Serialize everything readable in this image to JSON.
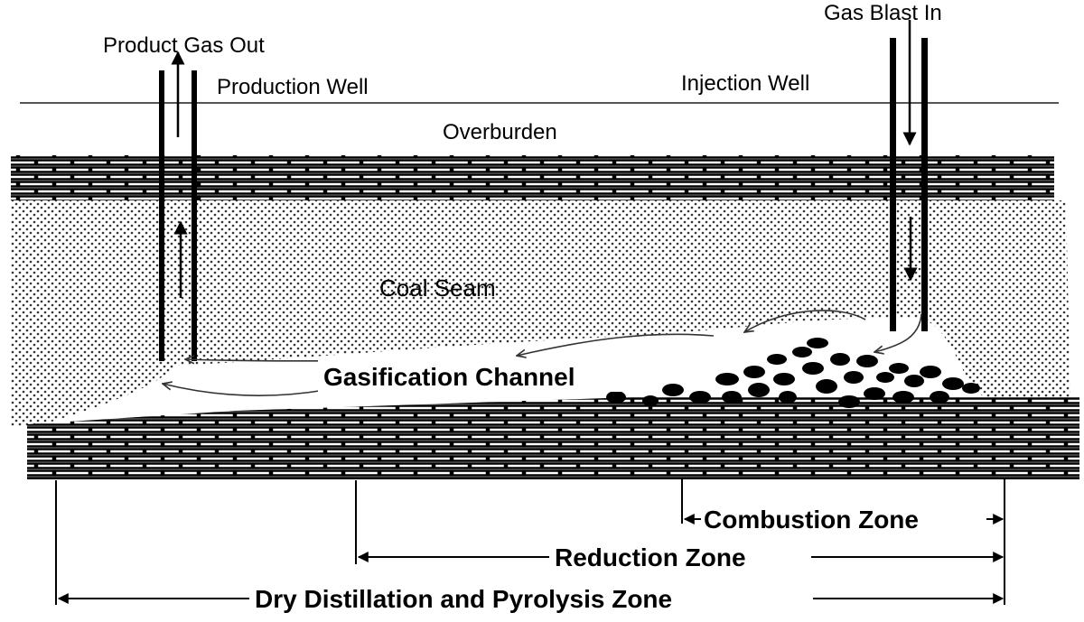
{
  "labels": {
    "product_gas_out": "Product Gas Out",
    "production_well": "Production Well",
    "gas_blast_in": "Gas Blast In",
    "injection_well": "Injection Well",
    "overburden": "Overburden",
    "coal_seam": "Coal Seam",
    "gasification_channel": "Gasification Channel"
  },
  "zones": {
    "combustion": "Combustion Zone",
    "reduction": "Reduction Zone",
    "dry_distillation": "Dry Distillation and Pyrolysis Zone"
  }
}
